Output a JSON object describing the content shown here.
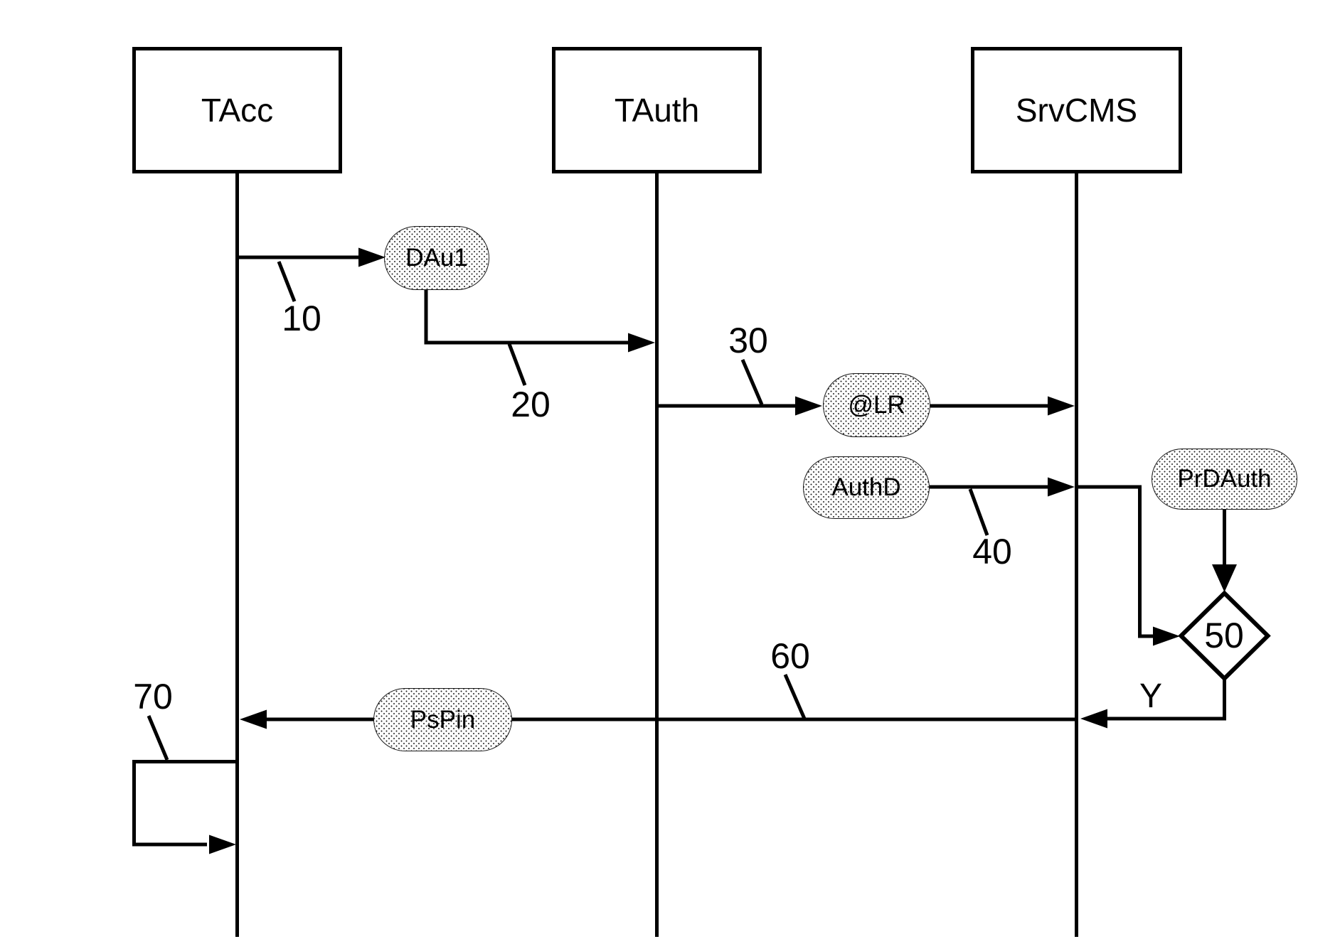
{
  "figure": {
    "type": "sequence-flow-diagram",
    "colors": {
      "background": "#ffffff",
      "line": "#000000",
      "shape_fill": "#ffffff"
    },
    "actors": [
      {
        "id": "tacc",
        "label": "TAcc"
      },
      {
        "id": "tauth",
        "label": "TAuth"
      },
      {
        "id": "srvcms",
        "label": "SrvCMS"
      }
    ],
    "message_nodes": [
      {
        "id": "dau1",
        "label": "DAu1"
      },
      {
        "id": "lr",
        "label": "@LR"
      },
      {
        "id": "authd",
        "label": "AuthD"
      },
      {
        "id": "prdauth",
        "label": "PrDAuth"
      },
      {
        "id": "pspin",
        "label": "PsPin"
      }
    ],
    "decision": {
      "label": "50",
      "branch_label": "Y"
    },
    "step_numbers": [
      {
        "id": "10",
        "label": "10"
      },
      {
        "id": "20",
        "label": "20"
      },
      {
        "id": "30",
        "label": "30"
      },
      {
        "id": "40",
        "label": "40"
      },
      {
        "id": "60",
        "label": "60"
      },
      {
        "id": "70",
        "label": "70"
      }
    ]
  }
}
